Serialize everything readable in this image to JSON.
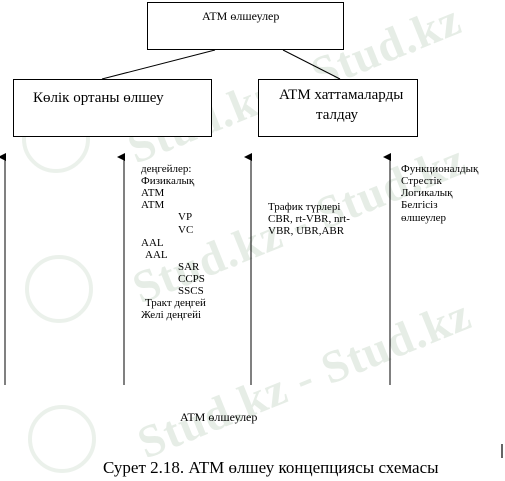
{
  "diagram": {
    "top_box": "ATM өлшеулер",
    "left_box": "Көлік ортаны өлшеу",
    "right_box_line1": "ATM хаттамаларды",
    "right_box_line2": "талдау",
    "col1": {
      "l1": "деңгейлер:",
      "l2": "Физикалық",
      "l3": "ATM",
      "l4": "ATM",
      "l5": "VP",
      "l6": "VC",
      "l7": "AAL",
      "l8": "AAL",
      "l9": "SAR",
      "l10": "CCPS",
      "l11": "SSCS",
      "l12": "Тракт деңгей",
      "l13": "Желі деңгейі"
    },
    "col2": {
      "l1": "Трафик түрлері",
      "l2": "CBR, rt-VBR, nrt-",
      "l3": "VBR, UBR,ABR"
    },
    "col3": {
      "l1": "Функционалдық",
      "l2": "Стрестік",
      "l3": "Логикалық",
      "l4": "Белгісіз",
      "l5": "өлшеулер"
    },
    "bottom_label": "ATM өлшеулер",
    "caption": "Сурет 2.18. ATM өлшеу концепциясы схемасы"
  },
  "watermark": "Stud.kz - Stud.kz"
}
